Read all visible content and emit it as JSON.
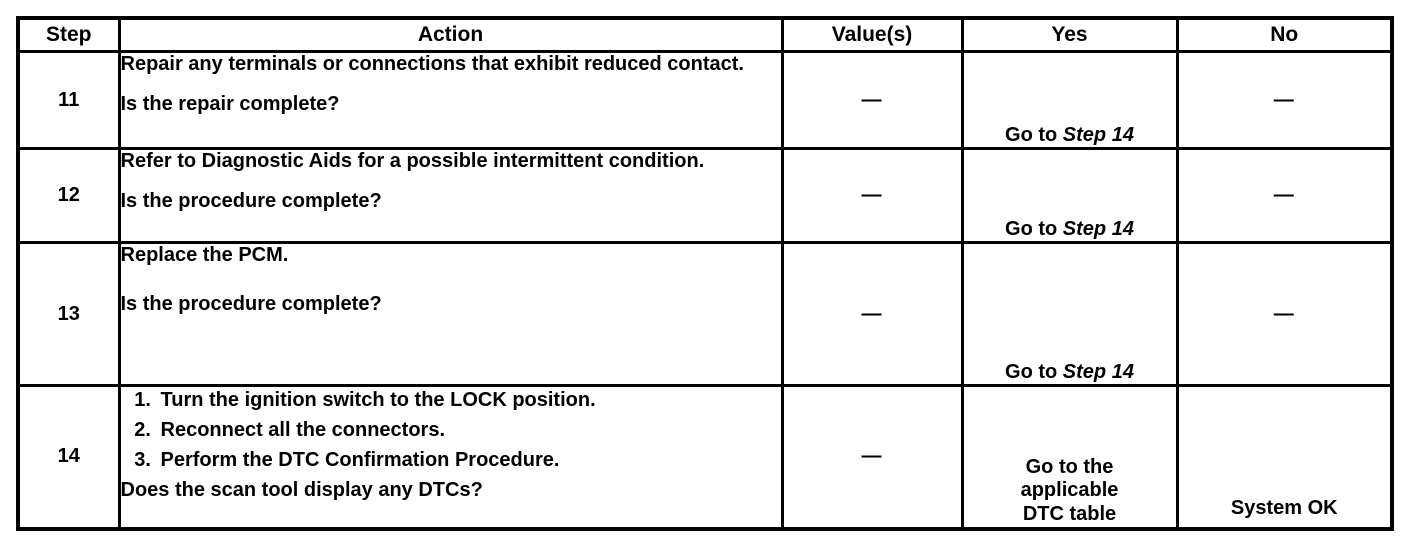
{
  "table": {
    "headers": {
      "step": "Step",
      "action": "Action",
      "values": "Value(s)",
      "yes": "Yes",
      "no": "No"
    }
  },
  "rows": [
    {
      "step": "11",
      "action": "Repair any terminals or connections that exhibit reduced contact.",
      "question": "Is the repair complete?",
      "value": "—",
      "yes_prefix": "Go to ",
      "yes_step": "Step 14",
      "no": "—"
    },
    {
      "step": "12",
      "action": "Refer to Diagnostic Aids for a possible intermittent condition.",
      "question": "Is the procedure complete?",
      "value": "—",
      "yes_prefix": "Go to ",
      "yes_step": "Step 14",
      "no": "—"
    },
    {
      "step": "13",
      "action": "Replace the PCM.",
      "question": "Is the procedure complete?",
      "value": "—",
      "yes_prefix": "Go to ",
      "yes_step": "Step 14",
      "no": "—"
    },
    {
      "step": "14",
      "action_list": [
        "Turn the ignition switch to the LOCK position.",
        "Reconnect all the connectors.",
        "Perform the DTC Confirmation Procedure."
      ],
      "question": "Does the scan tool display any DTCs?",
      "value": "—",
      "yes_text": "Go to the applicable DTC table",
      "no": "System OK"
    }
  ]
}
